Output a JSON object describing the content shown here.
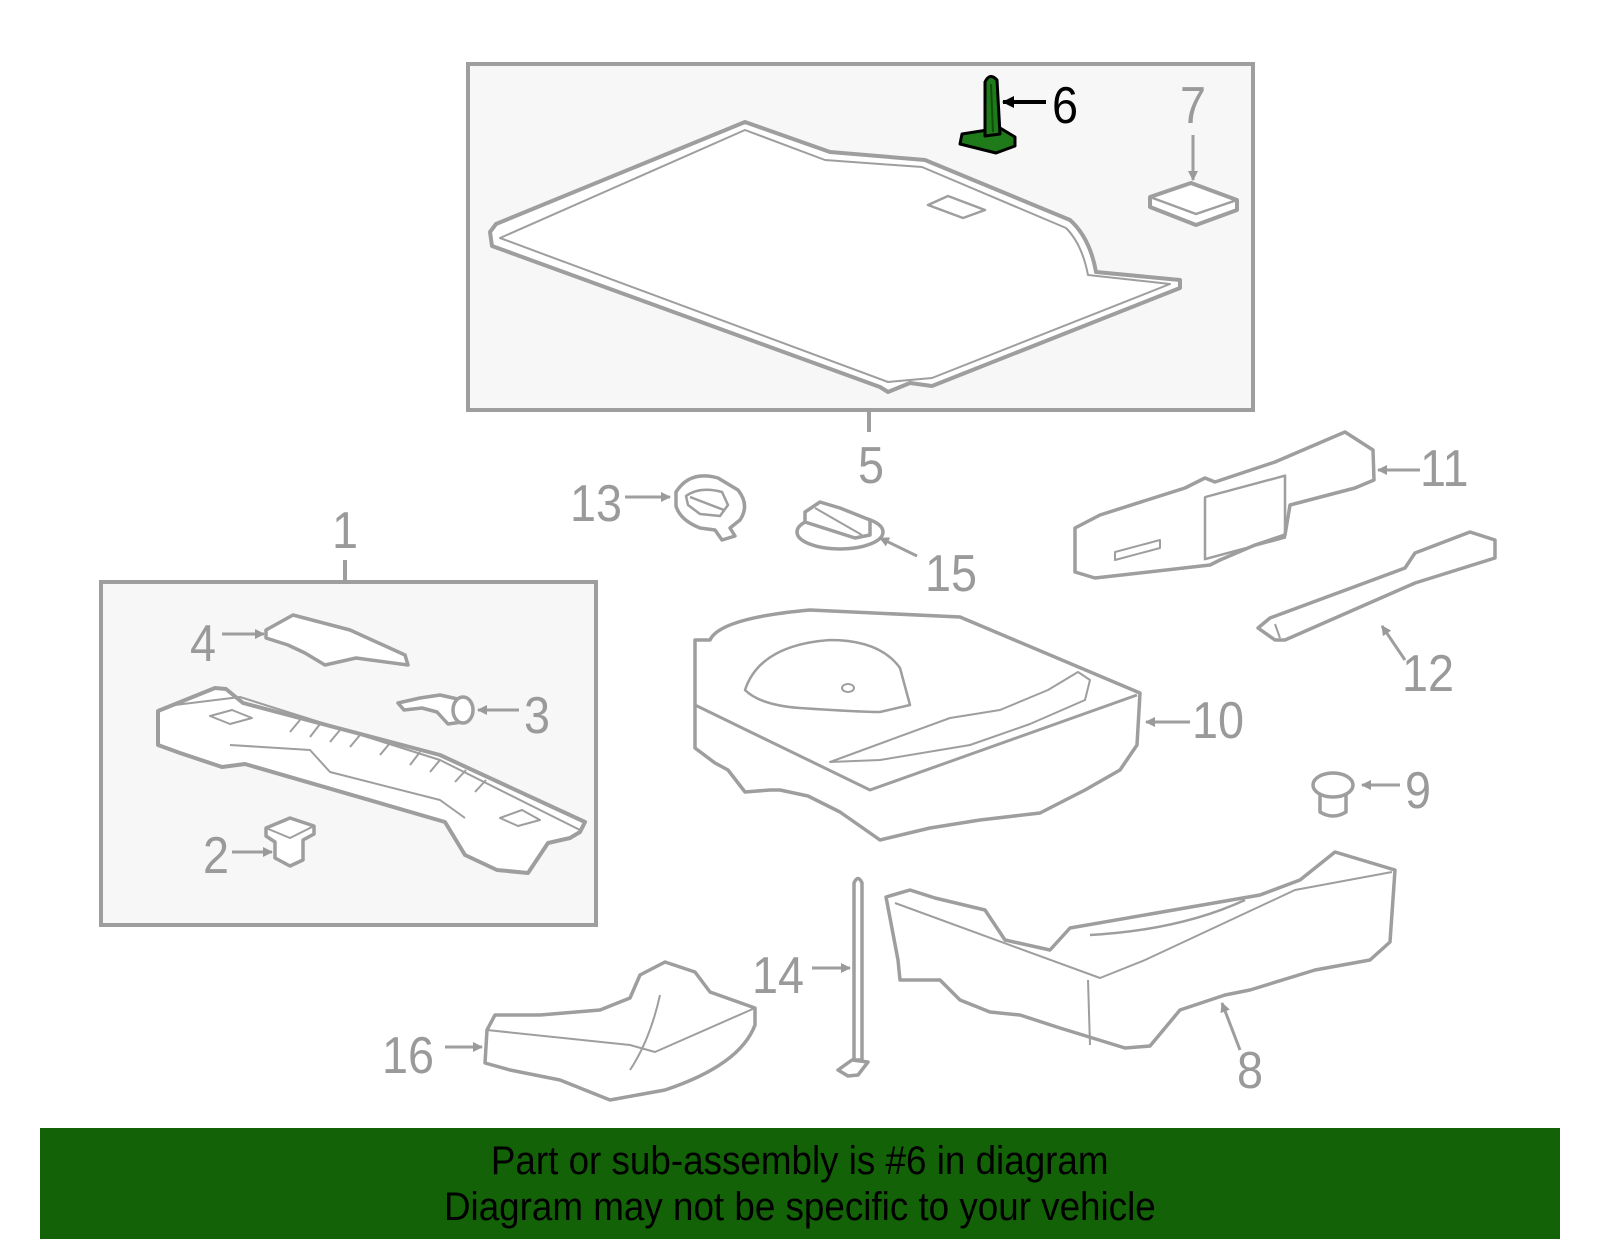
{
  "diagram": {
    "highlighted_part": "6",
    "colors": {
      "outline": "#9a9a9a",
      "box_fill": "#f7f7f7",
      "highlight": "#1f7a1a",
      "highlight_outline": "#000000",
      "banner": "#136207"
    },
    "callouts": [
      {
        "id": "1",
        "label": "1"
      },
      {
        "id": "2",
        "label": "2"
      },
      {
        "id": "3",
        "label": "3"
      },
      {
        "id": "4",
        "label": "4"
      },
      {
        "id": "5",
        "label": "5"
      },
      {
        "id": "6",
        "label": "6"
      },
      {
        "id": "7",
        "label": "7"
      },
      {
        "id": "8",
        "label": "8"
      },
      {
        "id": "9",
        "label": "9"
      },
      {
        "id": "10",
        "label": "10"
      },
      {
        "id": "11",
        "label": "11"
      },
      {
        "id": "12",
        "label": "12"
      },
      {
        "id": "13",
        "label": "13"
      },
      {
        "id": "14",
        "label": "14"
      },
      {
        "id": "15",
        "label": "15"
      },
      {
        "id": "16",
        "label": "16"
      }
    ]
  },
  "banner": {
    "line1": "Part or sub-assembly is #6 in diagram",
    "line2": "Diagram may not be specific to your vehicle"
  }
}
